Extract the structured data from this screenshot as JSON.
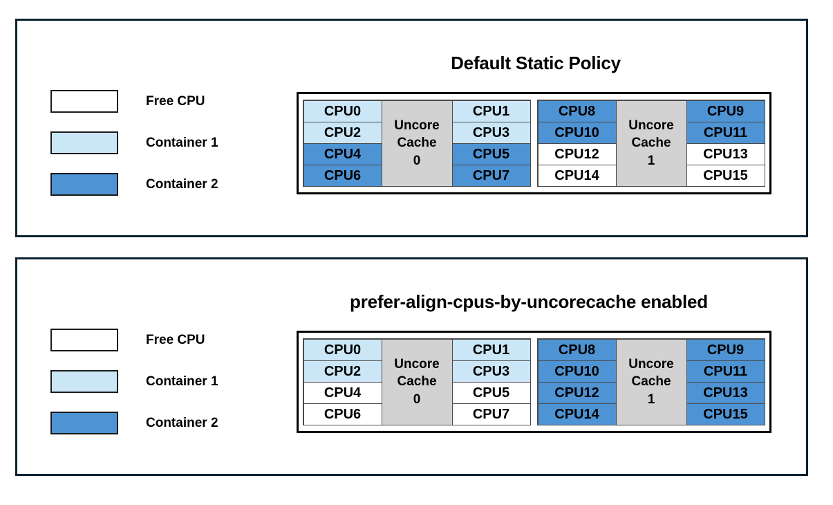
{
  "colors": {
    "free_cpu": "#ffffff",
    "container_1": "#cbe7f7",
    "container_2": "#4e93d4",
    "uncore_cache": "#d2d2d2",
    "panel_border": "#0b2230",
    "grid_border": "#000000",
    "cell_border": "#4a4a4a",
    "text": "#000000"
  },
  "panels": [
    {
      "id": "default-static-policy",
      "title": "Default Static Policy",
      "legend": [
        {
          "label": "Free CPU",
          "fill": "#ffffff"
        },
        {
          "label": "Container 1",
          "fill": "#cbe7f7"
        },
        {
          "label": "Container 2",
          "fill": "#4e93d4"
        }
      ],
      "cache_groups": [
        {
          "cache_label_line1": "Uncore",
          "cache_label_line2": "Cache",
          "cache_label_line3": "0",
          "left_column": [
            {
              "label": "CPU0",
              "fill": "#cbe7f7",
              "owner": "Container 1"
            },
            {
              "label": "CPU2",
              "fill": "#cbe7f7",
              "owner": "Container 1"
            },
            {
              "label": "CPU4",
              "fill": "#4e93d4",
              "owner": "Container 2"
            },
            {
              "label": "CPU6",
              "fill": "#4e93d4",
              "owner": "Container 2"
            }
          ],
          "right_column": [
            {
              "label": "CPU1",
              "fill": "#cbe7f7",
              "owner": "Container 1"
            },
            {
              "label": "CPU3",
              "fill": "#cbe7f7",
              "owner": "Container 1"
            },
            {
              "label": "CPU5",
              "fill": "#4e93d4",
              "owner": "Container 2"
            },
            {
              "label": "CPU7",
              "fill": "#4e93d4",
              "owner": "Container 2"
            }
          ]
        },
        {
          "cache_label_line1": "Uncore",
          "cache_label_line2": "Cache",
          "cache_label_line3": "1",
          "left_column": [
            {
              "label": "CPU8",
              "fill": "#4e93d4",
              "owner": "Container 2"
            },
            {
              "label": "CPU10",
              "fill": "#4e93d4",
              "owner": "Container 2"
            },
            {
              "label": "CPU12",
              "fill": "#ffffff",
              "owner": "Free CPU"
            },
            {
              "label": "CPU14",
              "fill": "#ffffff",
              "owner": "Free CPU"
            }
          ],
          "right_column": [
            {
              "label": "CPU9",
              "fill": "#4e93d4",
              "owner": "Container 2"
            },
            {
              "label": "CPU11",
              "fill": "#4e93d4",
              "owner": "Container 2"
            },
            {
              "label": "CPU13",
              "fill": "#ffffff",
              "owner": "Free CPU"
            },
            {
              "label": "CPU15",
              "fill": "#ffffff",
              "owner": "Free CPU"
            }
          ]
        }
      ]
    },
    {
      "id": "prefer-align-cpus-by-uncorecache-enabled",
      "title": "prefer-align-cpus-by-uncorecache enabled",
      "legend": [
        {
          "label": "Free CPU",
          "fill": "#ffffff"
        },
        {
          "label": "Container 1",
          "fill": "#cbe7f7"
        },
        {
          "label": "Container 2",
          "fill": "#4e93d4"
        }
      ],
      "cache_groups": [
        {
          "cache_label_line1": "Uncore",
          "cache_label_line2": "Cache",
          "cache_label_line3": "0",
          "left_column": [
            {
              "label": "CPU0",
              "fill": "#cbe7f7",
              "owner": "Container 1"
            },
            {
              "label": "CPU2",
              "fill": "#cbe7f7",
              "owner": "Container 1"
            },
            {
              "label": "CPU4",
              "fill": "#ffffff",
              "owner": "Free CPU"
            },
            {
              "label": "CPU6",
              "fill": "#ffffff",
              "owner": "Free CPU"
            }
          ],
          "right_column": [
            {
              "label": "CPU1",
              "fill": "#cbe7f7",
              "owner": "Container 1"
            },
            {
              "label": "CPU3",
              "fill": "#cbe7f7",
              "owner": "Container 1"
            },
            {
              "label": "CPU5",
              "fill": "#ffffff",
              "owner": "Free CPU"
            },
            {
              "label": "CPU7",
              "fill": "#ffffff",
              "owner": "Free CPU"
            }
          ]
        },
        {
          "cache_label_line1": "Uncore",
          "cache_label_line2": "Cache",
          "cache_label_line3": "1",
          "left_column": [
            {
              "label": "CPU8",
              "fill": "#4e93d4",
              "owner": "Container 2"
            },
            {
              "label": "CPU10",
              "fill": "#4e93d4",
              "owner": "Container 2"
            },
            {
              "label": "CPU12",
              "fill": "#4e93d4",
              "owner": "Container 2"
            },
            {
              "label": "CPU14",
              "fill": "#4e93d4",
              "owner": "Container 2"
            }
          ],
          "right_column": [
            {
              "label": "CPU9",
              "fill": "#4e93d4",
              "owner": "Container 2"
            },
            {
              "label": "CPU11",
              "fill": "#4e93d4",
              "owner": "Container 2"
            },
            {
              "label": "CPU13",
              "fill": "#4e93d4",
              "owner": "Container 2"
            },
            {
              "label": "CPU15",
              "fill": "#4e93d4",
              "owner": "Container 2"
            }
          ]
        }
      ]
    }
  ]
}
